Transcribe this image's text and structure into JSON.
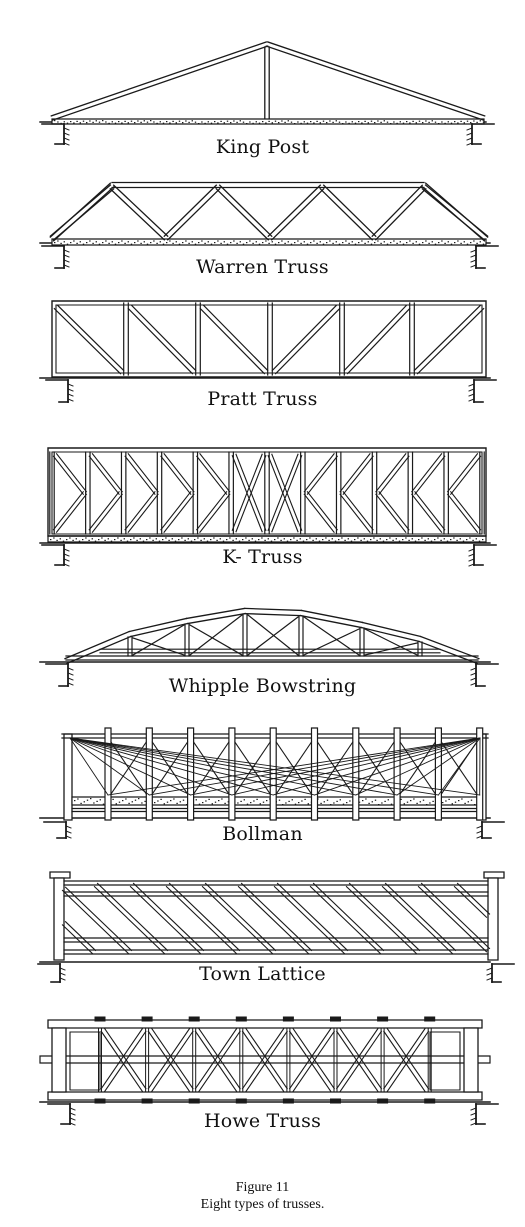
{
  "trusses": [
    {
      "id": "king-post",
      "name": "King Post"
    },
    {
      "id": "warren",
      "name": "Warren Truss"
    },
    {
      "id": "pratt",
      "name": "Pratt Truss"
    },
    {
      "id": "k",
      "name": "K- Truss"
    },
    {
      "id": "whipple",
      "name": "Whipple Bowstring"
    },
    {
      "id": "bollman",
      "name": "Bollman"
    },
    {
      "id": "town",
      "name": "Town Lattice"
    },
    {
      "id": "howe",
      "name": "Howe Truss"
    }
  ],
  "caption": {
    "figure": "Figure 11",
    "text": "Eight types of trusses."
  },
  "colors": {
    "ink": "#1a1a1a",
    "paper": "#ffffff"
  }
}
